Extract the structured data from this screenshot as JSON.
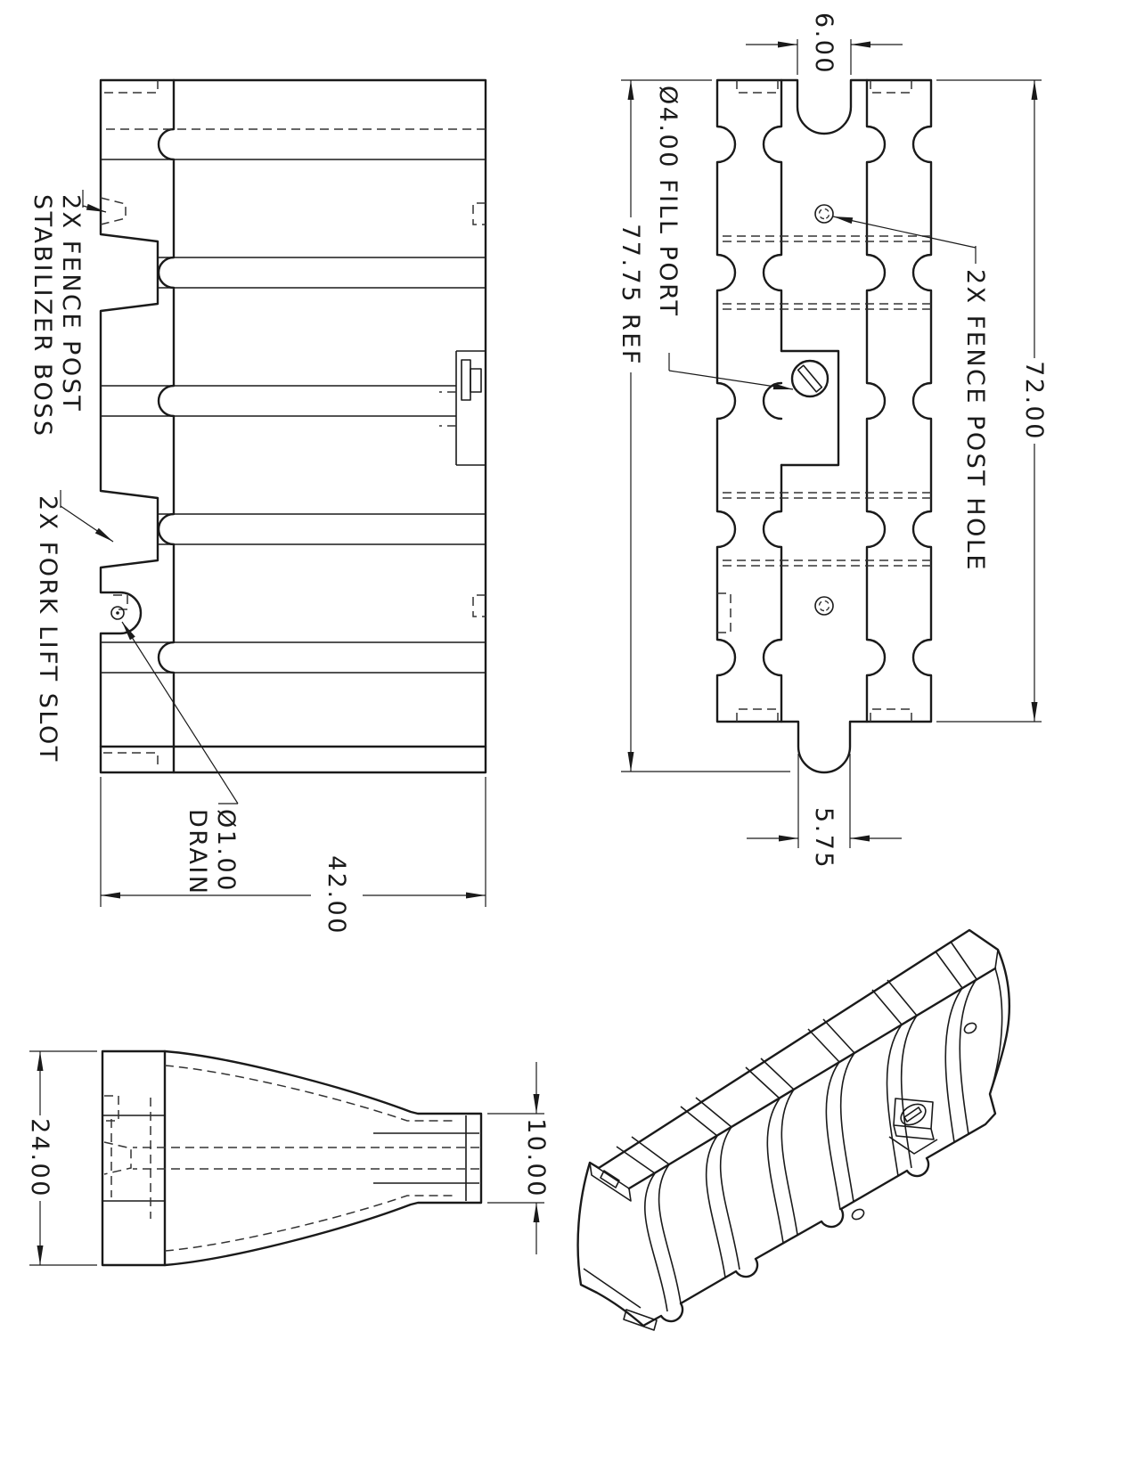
{
  "sheet": {
    "background": "#ffffff",
    "line_color": "#1a1a1a",
    "type": "engineering-drawing"
  },
  "views": {
    "top_view": {
      "dim_slot_width": "6.00",
      "dim_body_length": "72.00",
      "dim_overall_length": "77.75 REF",
      "dim_tongue_width": "5.75",
      "label_fill_port": "Ø4.00  FILL  PORT",
      "label_post_hole": "2X  FENCE  POST  HOLE"
    },
    "side_view": {
      "label_boss_line1": "2X  FENCE  POST",
      "label_boss_line2": "STABILIZER  BOSS",
      "label_fork": "2X  FORK  LIFT  SLOT",
      "label_drain_dia": "Ø1.00",
      "label_drain": "DRAIN",
      "dim_height": "42.00"
    },
    "end_view": {
      "dim_base_width": "24.00",
      "dim_top_width": "10.00"
    }
  }
}
